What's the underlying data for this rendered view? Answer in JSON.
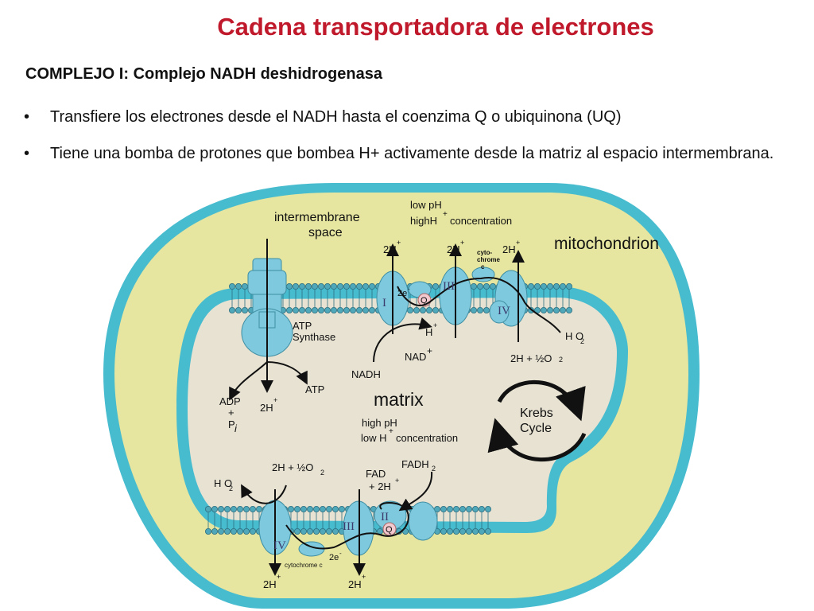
{
  "slide": {
    "title": "Cadena transportadora de electrones",
    "subtitle": "COMPLEJO I: Complejo NADH deshidrogenasa",
    "bullet_glyph": "•",
    "bullets": [
      "Transfiere los electrones desde el NADH hasta el coenzima Q o ubiquinona (UQ)",
      "Tiene una bomba de protones que bombea  H+ activamente desde la matriz al espacio intermembrana."
    ]
  },
  "diagram": {
    "colors": {
      "outer_membrane": "#48bccf",
      "intermembrane_space": "#e6e6a0",
      "matrix": "#e7e2d2",
      "protein": "#7ec9dd",
      "lipid_head": "#4fa7ba",
      "ubiquinone": "#f2c9cf"
    },
    "labels": {
      "intermembrane_space": [
        "intermembrane",
        "space"
      ],
      "low_ph": "low pH",
      "high_h_conc": [
        "highH",
        "+",
        "concentration"
      ],
      "mitochondrion": "mitochondrion",
      "matrix": "matrix",
      "high_ph": "high pH",
      "low_h_conc": [
        "low H",
        "+",
        "concentration"
      ],
      "krebs": [
        "Krebs",
        "Cycle"
      ],
      "atp_synthase": [
        "ATP",
        "Synthase"
      ],
      "atp": "ATP",
      "adp": "ADP",
      "plus": "+",
      "pi": "P",
      "pi_sub": "i",
      "proton": "2H",
      "proton_sup": "+",
      "h": "H",
      "nadh": "NADH",
      "nad": "NAD",
      "two_e": "2e",
      "e_sup": "-",
      "q": "Q",
      "cyto_top": [
        "cyto-",
        "chrome",
        "c"
      ],
      "cytochrome_c": "cytochrome c",
      "half_o2_a": "2H + ½O",
      "o2_sub": "2",
      "h2o": "H O",
      "fad": "FAD",
      "fad_plus": "+ 2H",
      "fadh2": "FADH",
      "fadh2_sub": "2"
    },
    "complexes": [
      "I",
      "II",
      "III",
      "IV"
    ]
  }
}
